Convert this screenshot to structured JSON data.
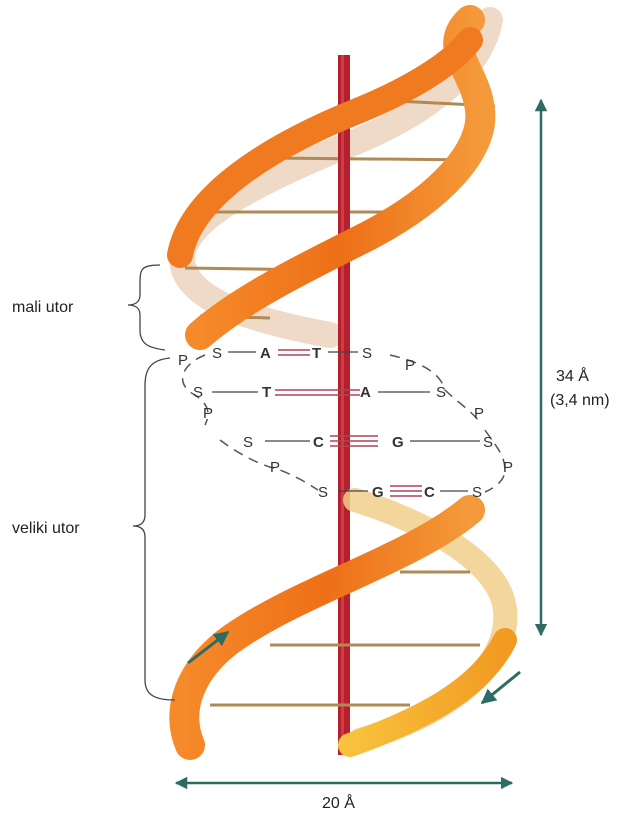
{
  "labels": {
    "minor_groove": "mali utor",
    "major_groove": "veliki utor",
    "pitch_angstrom": "34 Å",
    "pitch_nm": "(3,4 nm)",
    "width": "20 Å"
  },
  "pairs": [
    {
      "left_p": "P",
      "left_s": "S",
      "left_base": "A",
      "right_base": "T",
      "right_s": "S",
      "right_p": "P"
    },
    {
      "left_p": "",
      "left_s": "S",
      "left_base": "T",
      "right_base": "A",
      "right_s": "S",
      "right_p": "P"
    },
    {
      "left_p": "P",
      "left_s": "S",
      "left_base": "C",
      "right_base": "G",
      "right_s": "S",
      "right_p": "P"
    },
    {
      "left_p": "P",
      "left_s": "S",
      "left_base": "G",
      "right_base": "C",
      "right_s": "S",
      "right_p": ""
    }
  ],
  "colors": {
    "strand_orange": "#f07a1e",
    "strand_yellow": "#f7b52a",
    "axis_red": "#b5202c",
    "arrow_teal": "#2e6b63",
    "rung_tan": "#b08a55"
  }
}
